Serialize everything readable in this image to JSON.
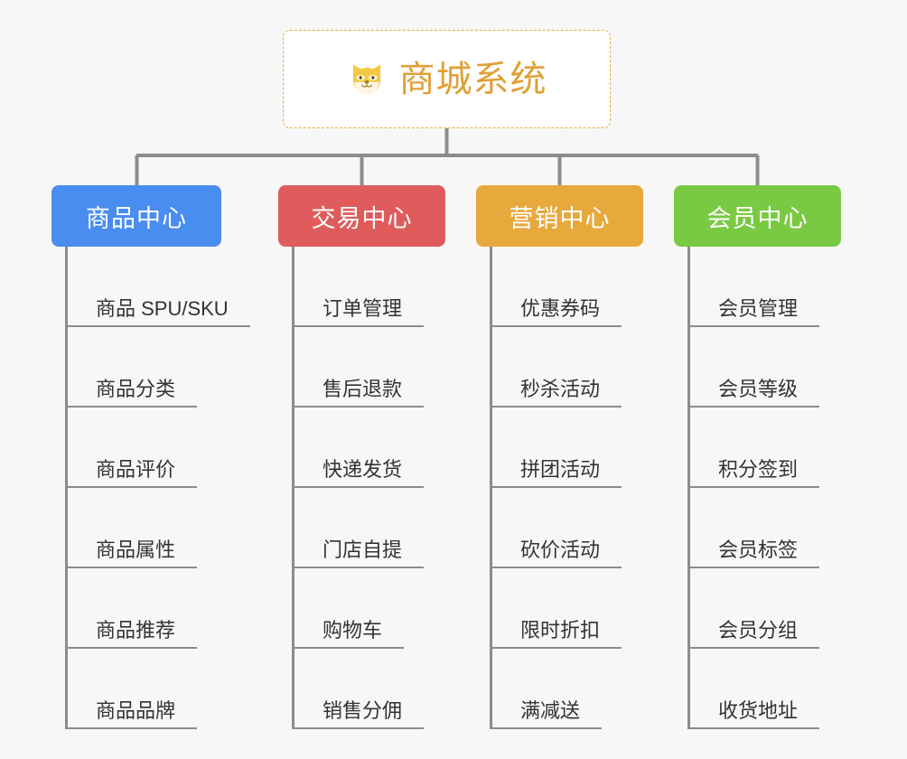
{
  "diagram": {
    "title": "商城系统",
    "background_color": "#f7f7f7",
    "root": {
      "label": "商城系统",
      "icon": "dog-face-icon",
      "text_color": "#e0a038",
      "border_color": "#e8a93c",
      "background_color": "#ffffff"
    },
    "connector_color": "#8c8c8c",
    "columns": [
      {
        "label": "商品中心",
        "color": "#4a8df0",
        "items": [
          "商品 SPU/SKU",
          "商品分类",
          "商品评价",
          "商品属性",
          "商品推荐",
          "商品品牌"
        ]
      },
      {
        "label": "交易中心",
        "color": "#e05c5c",
        "items": [
          "订单管理",
          "售后退款",
          "快递发货",
          "门店自提",
          "购物车",
          "销售分佣"
        ]
      },
      {
        "label": "营销中心",
        "color": "#e8a93c",
        "items": [
          "优惠券码",
          "秒杀活动",
          "拼团活动",
          "砍价活动",
          "限时折扣",
          "满减送"
        ]
      },
      {
        "label": "会员中心",
        "color": "#7ac943",
        "items": [
          "会员管理",
          "会员等级",
          "积分签到",
          "会员标签",
          "会员分组",
          "收货地址"
        ]
      }
    ]
  }
}
